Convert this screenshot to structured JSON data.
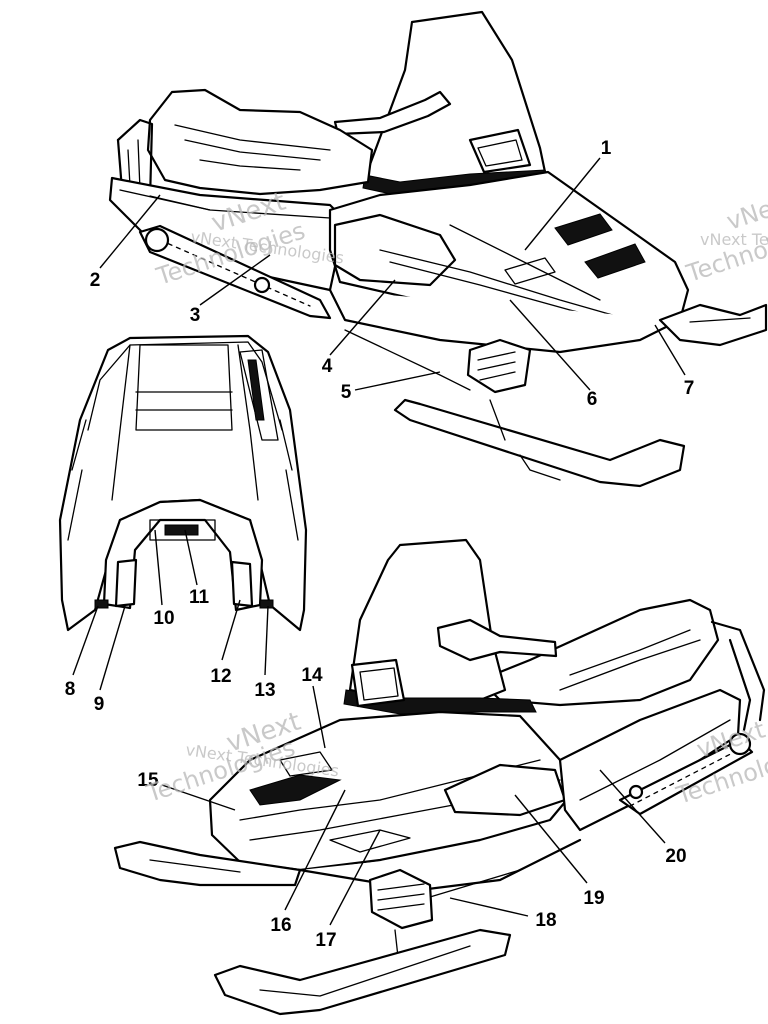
{
  "callouts": [
    {
      "id": "1",
      "label": "1"
    },
    {
      "id": "2",
      "label": "2"
    },
    {
      "id": "3",
      "label": "3"
    },
    {
      "id": "4",
      "label": "4"
    },
    {
      "id": "5",
      "label": "5"
    },
    {
      "id": "6",
      "label": "6"
    },
    {
      "id": "7",
      "label": "7"
    },
    {
      "id": "8",
      "label": "8"
    },
    {
      "id": "9",
      "label": "9"
    },
    {
      "id": "10",
      "label": "10"
    },
    {
      "id": "11",
      "label": "11"
    },
    {
      "id": "12",
      "label": "12"
    },
    {
      "id": "13",
      "label": "13"
    },
    {
      "id": "14",
      "label": "14"
    },
    {
      "id": "15",
      "label": "15"
    },
    {
      "id": "16",
      "label": "16"
    },
    {
      "id": "17",
      "label": "17"
    },
    {
      "id": "18",
      "label": "18"
    },
    {
      "id": "19",
      "label": "19"
    },
    {
      "id": "20",
      "label": "20"
    }
  ],
  "watermark": {
    "line1": "vNext",
    "line2": "Technologies",
    "inline": "vNext Technologies"
  }
}
